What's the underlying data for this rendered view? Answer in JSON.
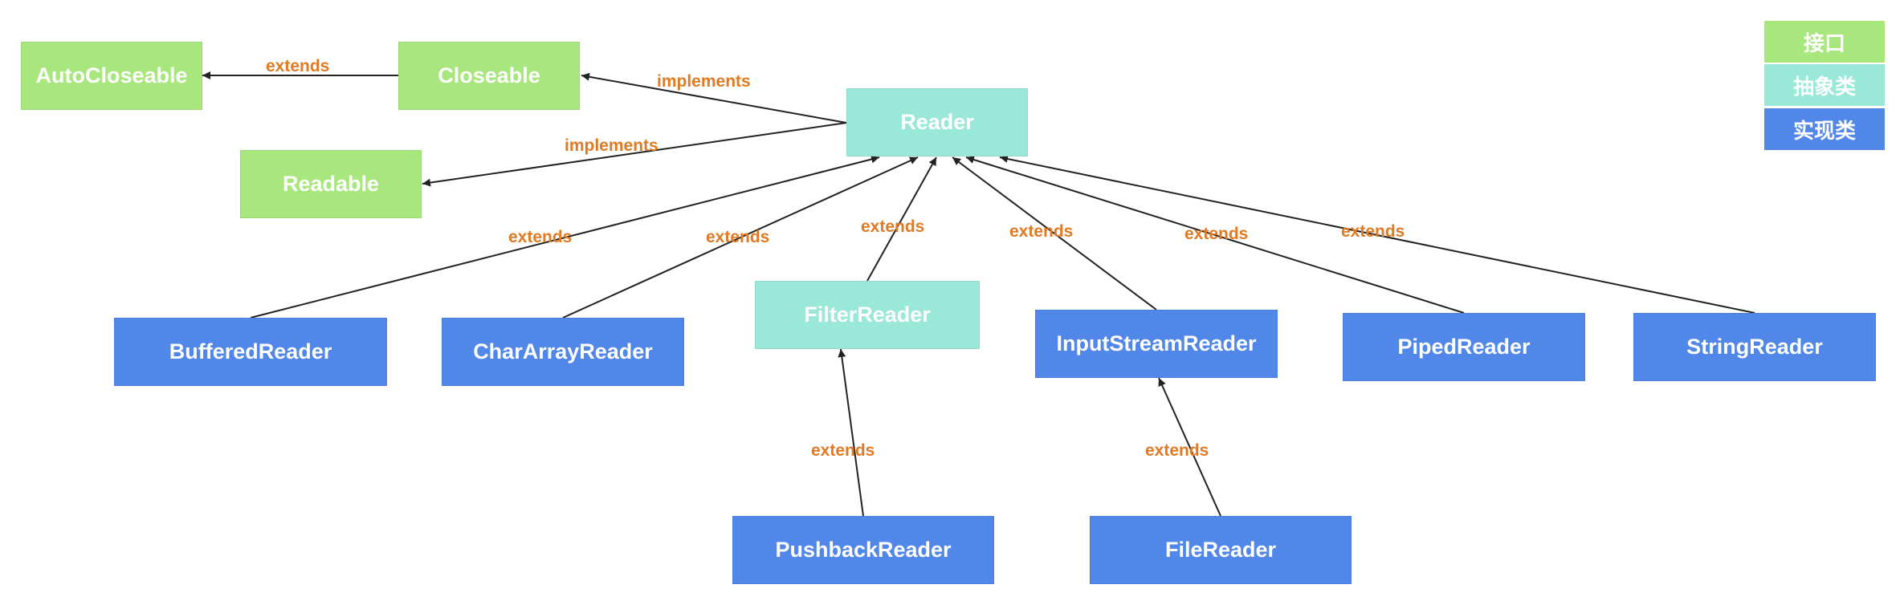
{
  "colors": {
    "interface": "#a8e77d",
    "abstract_class": "#9ae8d8",
    "implementation_class": "#5187e8",
    "edge_label": "#e07b24",
    "edge_line": "#222222"
  },
  "legend": {
    "interface_label": "接口",
    "abstract_class_label": "抽象类",
    "implementation_class_label": "实现类"
  },
  "nodes": {
    "autocloseable": {
      "label": "AutoCloseable",
      "kind": "interface"
    },
    "closeable": {
      "label": "Closeable",
      "kind": "interface"
    },
    "readable": {
      "label": "Readable",
      "kind": "interface"
    },
    "reader": {
      "label": "Reader",
      "kind": "abstract_class"
    },
    "filterreader": {
      "label": "FilterReader",
      "kind": "abstract_class"
    },
    "bufferedreader": {
      "label": "BufferedReader",
      "kind": "implementation_class"
    },
    "chararrayreader": {
      "label": "CharArrayReader",
      "kind": "implementation_class"
    },
    "inputstreamreader": {
      "label": "InputStreamReader",
      "kind": "implementation_class"
    },
    "pipedreader": {
      "label": "PipedReader",
      "kind": "implementation_class"
    },
    "stringreader": {
      "label": "StringReader",
      "kind": "implementation_class"
    },
    "pushbackreader": {
      "label": "PushbackReader",
      "kind": "implementation_class"
    },
    "filereader": {
      "label": "FileReader",
      "kind": "implementation_class"
    }
  },
  "edges": [
    {
      "from": "closeable",
      "to": "autocloseable",
      "label": "extends"
    },
    {
      "from": "reader",
      "to": "closeable",
      "label": "implements"
    },
    {
      "from": "reader",
      "to": "readable",
      "label": "implements"
    },
    {
      "from": "bufferedreader",
      "to": "reader",
      "label": "extends"
    },
    {
      "from": "chararrayreader",
      "to": "reader",
      "label": "extends"
    },
    {
      "from": "filterreader",
      "to": "reader",
      "label": "extends"
    },
    {
      "from": "inputstreamreader",
      "to": "reader",
      "label": "extends"
    },
    {
      "from": "pipedreader",
      "to": "reader",
      "label": "extends"
    },
    {
      "from": "stringreader",
      "to": "reader",
      "label": "extends"
    },
    {
      "from": "pushbackreader",
      "to": "filterreader",
      "label": "extends"
    },
    {
      "from": "filereader",
      "to": "inputstreamreader",
      "label": "extends"
    }
  ]
}
